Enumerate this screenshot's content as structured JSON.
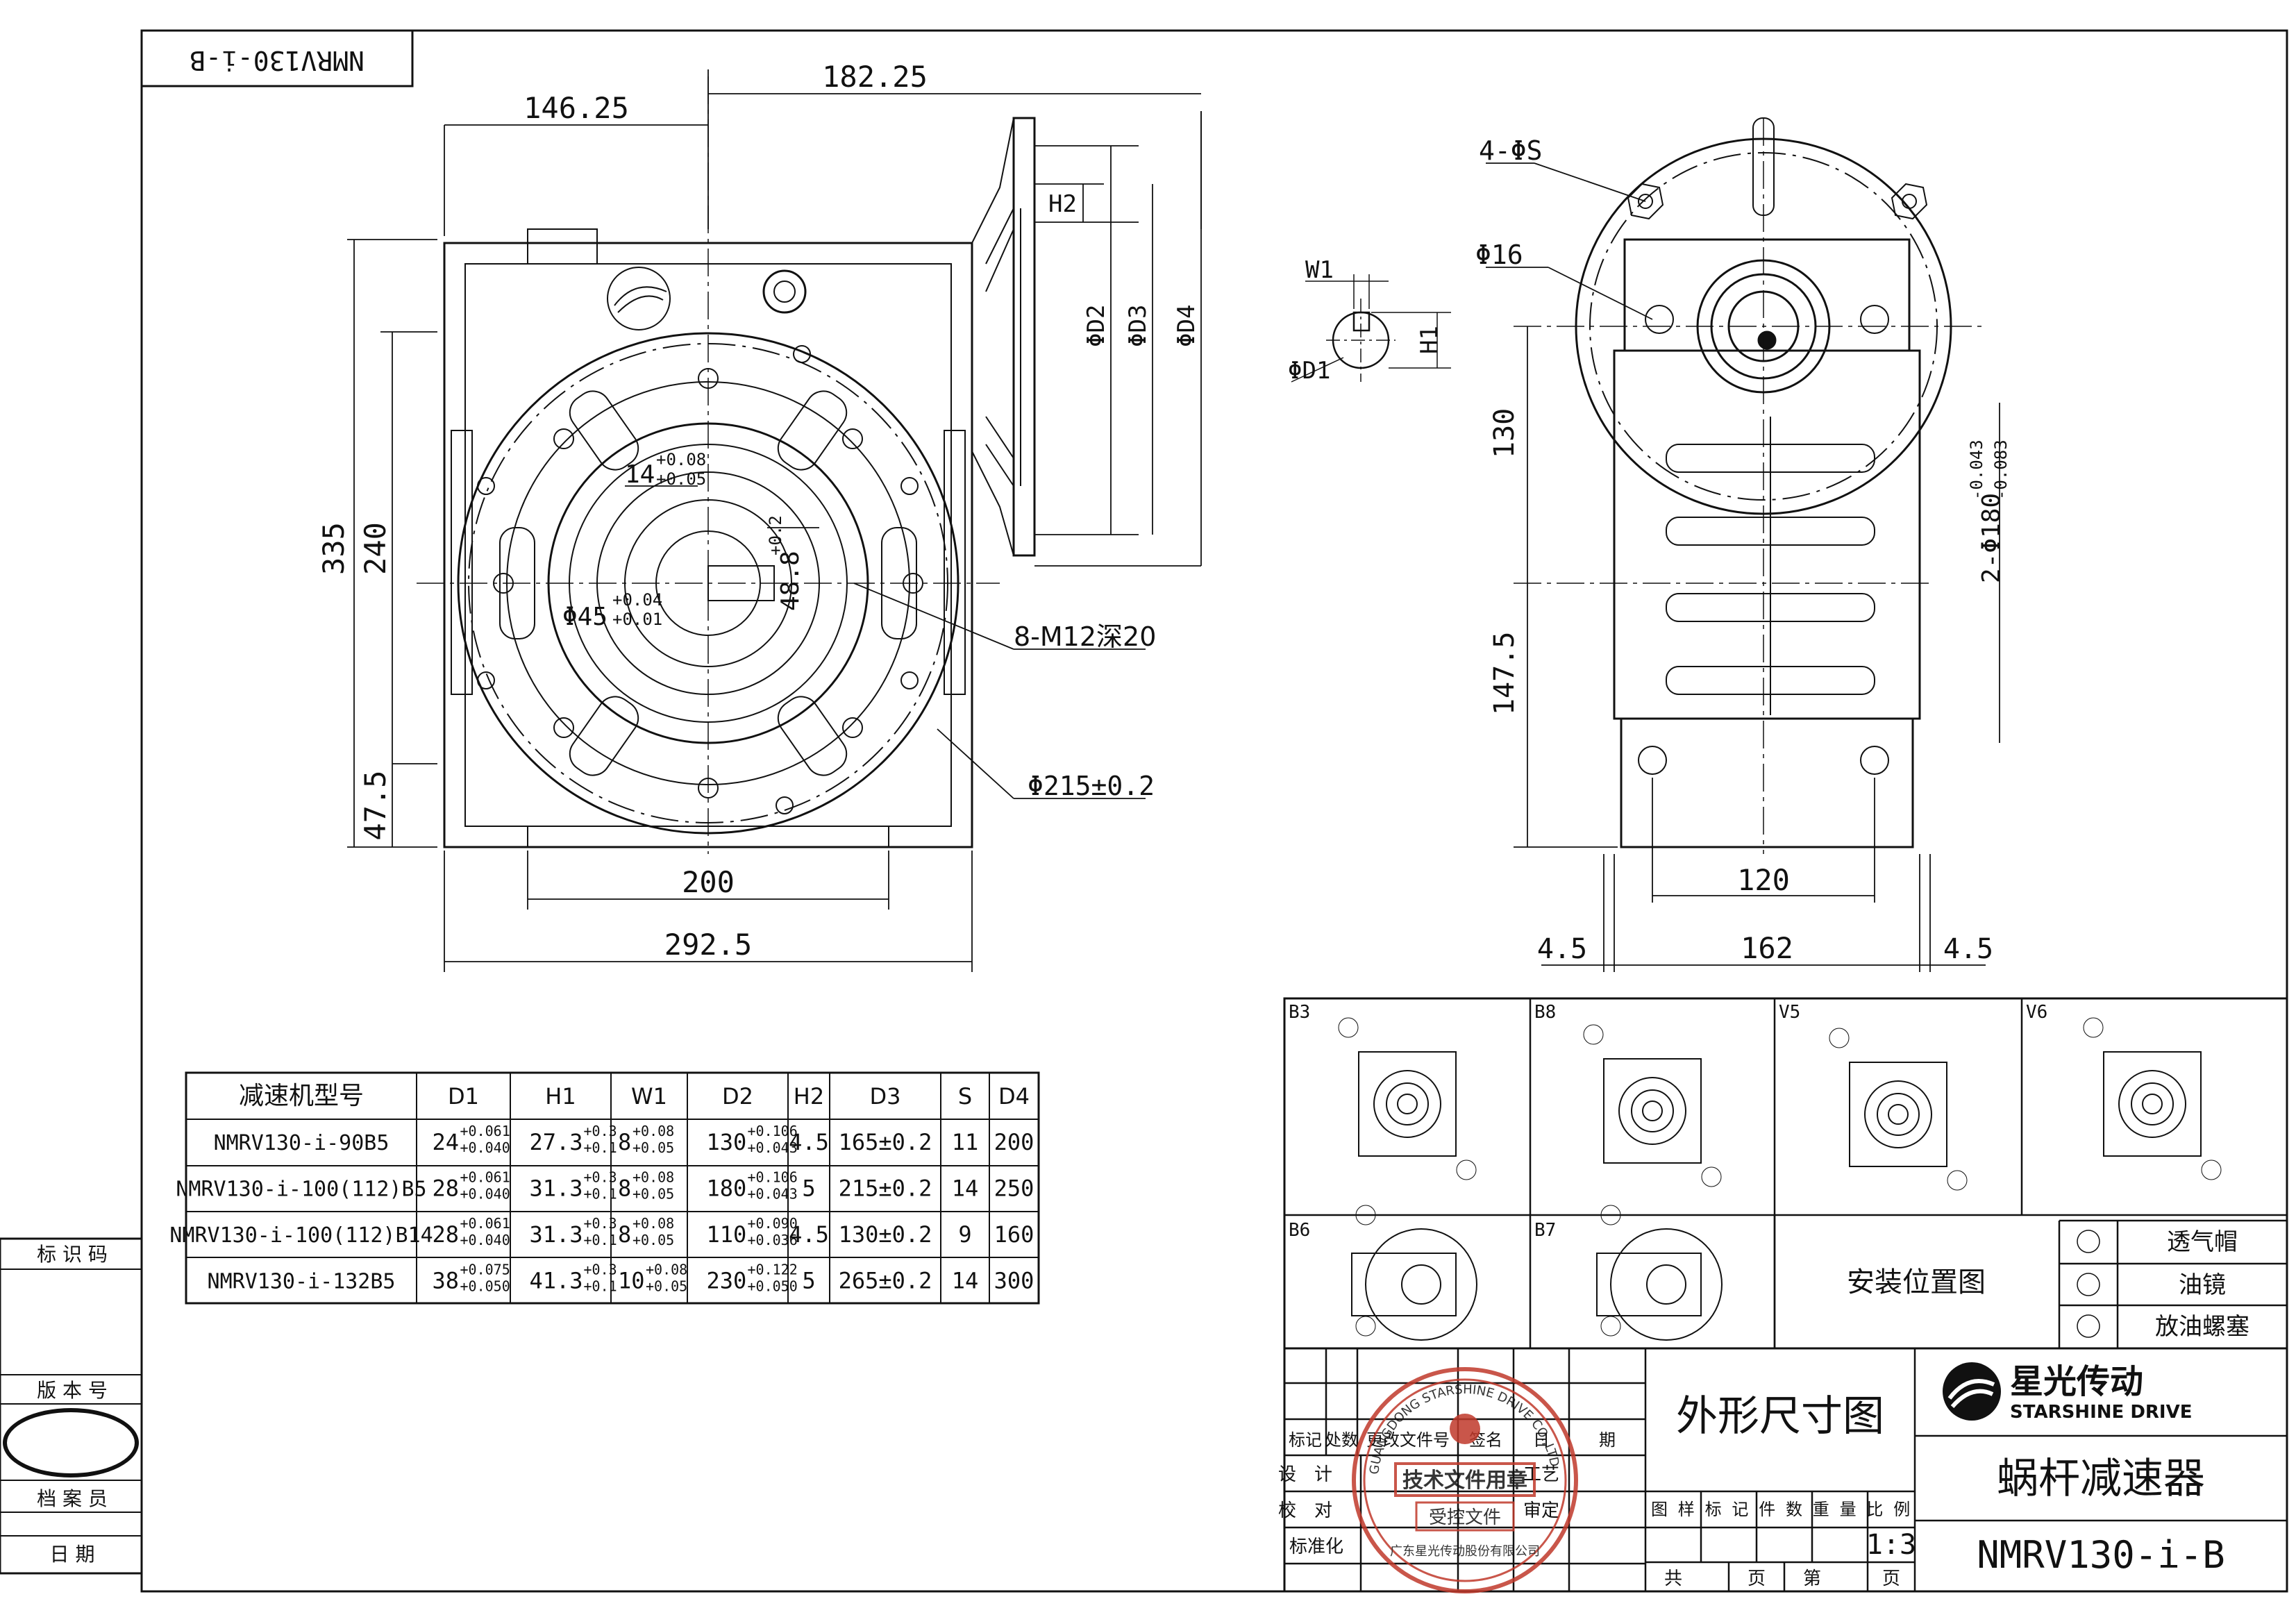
{
  "drawing": {
    "corner_code": "NMRV130-i-B",
    "title": "外形尺寸图",
    "product": "蜗杆减速器",
    "model": "NMRV130-i-B",
    "scale": "1:3"
  },
  "dimensions": {
    "front": {
      "w146": "146.25",
      "w182": "182.25",
      "h335": "335",
      "h240": "240",
      "h47": "47.5",
      "w200": "200",
      "w292": "292.5",
      "key_width": "14",
      "key_width_tol_up": "+0.08",
      "key_width_tol_lo": "+0.05",
      "bore": "Φ45",
      "bore_tol_up": "+0.04",
      "bore_tol_lo": "+0.01",
      "key_depth": "48.8",
      "key_depth_tol": "+0.2",
      "holes": "8-M12深20",
      "pcd": "Φ215±0.2"
    },
    "flange": {
      "h2": "H2",
      "d2": "ΦD2",
      "d3": "ΦD3",
      "d4": "ΦD4"
    },
    "shaft": {
      "w1": "W1",
      "h1": "H1",
      "d1": "ΦD1"
    },
    "side": {
      "holes": "4-ΦS",
      "d16": "Φ16",
      "h130": "130",
      "h147": "147.5",
      "foot": "2-Φ180",
      "foot_tol_up": "-0.043",
      "foot_tol_lo": "-0.083",
      "w120": "120",
      "w162": "162",
      "m_left": "4.5",
      "m_right": "4.5"
    }
  },
  "spec_table": {
    "headers": [
      "减速机型号",
      "D1",
      "H1",
      "W1",
      "D2",
      "H2",
      "D3",
      "S",
      "D4"
    ],
    "rows": [
      [
        "NMRV130-i-90B5",
        "24",
        "+0.061",
        "+0.040",
        "27.3",
        "+0.3",
        "+0.1",
        "8",
        "+0.08",
        "+0.05",
        "130",
        "+0.106",
        "+0.043",
        "4.5",
        "165±0.2",
        "11",
        "200"
      ],
      [
        "NMRV130-i-100(112)B5",
        "28",
        "+0.061",
        "+0.040",
        "31.3",
        "+0.3",
        "+0.1",
        "8",
        "+0.08",
        "+0.05",
        "180",
        "+0.106",
        "+0.043",
        "5",
        "215±0.2",
        "14",
        "250"
      ],
      [
        "NMRV130-i-100(112)B14",
        "28",
        "+0.061",
        "+0.040",
        "31.3",
        "+0.3",
        "+0.1",
        "8",
        "+0.08",
        "+0.05",
        "110",
        "+0.090",
        "+0.036",
        "4.5",
        "130±0.2",
        "9",
        "160"
      ],
      [
        "NMRV130-i-132B5",
        "38",
        "+0.075",
        "+0.050",
        "41.3",
        "+0.3",
        "+0.1",
        "10",
        "+0.08",
        "+0.05",
        "230",
        "+0.122",
        "+0.050",
        "5",
        "265±0.2",
        "14",
        "300"
      ]
    ]
  },
  "mounting": {
    "labels": [
      "B3",
      "B8",
      "V5",
      "V6",
      "B6",
      "B7"
    ],
    "caption": "安装位置图",
    "legend": [
      "透气帽",
      "油镜",
      "放油螺塞"
    ]
  },
  "side_strip": {
    "id_code": "标 识 码",
    "version": "版 本 号",
    "archivist": "档 案 员",
    "date": "日   期"
  },
  "title_block": {
    "change_row": [
      "标记",
      "处数",
      "更改文件号",
      "签名",
      "日",
      "期"
    ],
    "design": "设　计",
    "check": "校　对",
    "standard": "标准化",
    "craft": "工艺",
    "approve": "审定",
    "meta_headers": [
      "图",
      "样",
      "标",
      "记",
      "件",
      "数",
      "重",
      "量",
      "比",
      "例"
    ],
    "total": "共",
    "page_unit": "页",
    "page_no": "第",
    "page_unit2": "页"
  },
  "stamp": {
    "ring_text": "GUANGDONG STARSHINE DRIVE CO.,LTD",
    "line1": "技术文件用章",
    "line2": "受控文件",
    "bottom_text": "广东星光传动股份有限公司"
  },
  "logo": {
    "cn": "星光传动",
    "en": "STARSHINE DRIVE"
  },
  "colors": {
    "stamp": "#c0392b",
    "ink": "#111111"
  }
}
